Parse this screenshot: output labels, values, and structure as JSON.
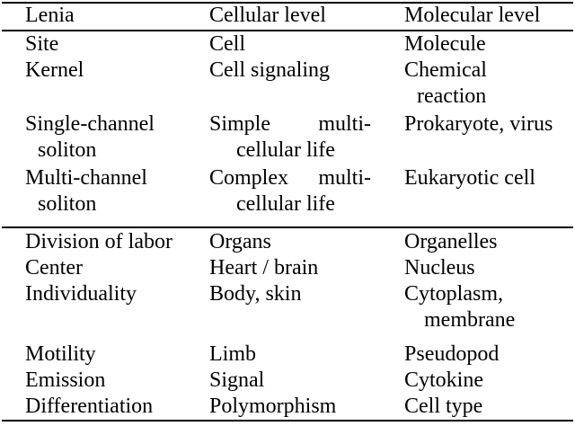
{
  "document": {
    "type": "academic-table",
    "caption_text": "",
    "rules": {
      "color": "#000000",
      "positions": [
        "top",
        "below-header",
        "section-divider",
        "bottom"
      ]
    }
  },
  "table": {
    "columns": [
      "Lenia",
      "Cellular level",
      "Molecular level"
    ],
    "header": {
      "col1": "Lenia",
      "col2": "Cellular level",
      "col3": "Molecular level"
    },
    "section_one": [
      {
        "col1": [
          "Site"
        ],
        "col2": [
          "Cell"
        ],
        "col3": [
          "Molecule"
        ]
      },
      {
        "col1": [
          "Kernel"
        ],
        "col2": [
          "Cell signaling"
        ],
        "col3": [
          "Chemical",
          "reaction"
        ]
      },
      {
        "col1": [
          "Single-channel",
          "soliton"
        ],
        "col2_justified": {
          "left": "Simple",
          "right": "multi-"
        },
        "col2_line2": "cellular life",
        "col3": [
          "Prokaryote, virus"
        ]
      },
      {
        "col1": [
          "Multi-channel",
          "soliton"
        ],
        "col2_justified": {
          "left": "Complex",
          "right": "multi-"
        },
        "col2_line2": "cellular life",
        "col3": [
          "Eukaryotic cell"
        ]
      }
    ],
    "section_two": [
      {
        "col1": [
          "Division of labor"
        ],
        "col2": [
          "Organs"
        ],
        "col3": [
          "Organelles"
        ]
      },
      {
        "col1": [
          "Center"
        ],
        "col2": [
          "Heart / brain"
        ],
        "col3": [
          "Nucleus"
        ]
      },
      {
        "col1": [
          "Individuality"
        ],
        "col2": [
          "Body, skin"
        ],
        "col3": [
          "Cytoplasm,",
          "membrane"
        ]
      },
      {
        "col1": [
          "Motility"
        ],
        "col2": [
          "Limb"
        ],
        "col3": [
          "Pseudopod"
        ]
      },
      {
        "col1": [
          "Emission"
        ],
        "col2": [
          "Signal"
        ],
        "col3": [
          "Cytokine"
        ]
      },
      {
        "col1": [
          "Differentiation"
        ],
        "col2": [
          "Polymorphism"
        ],
        "col3": [
          "Cell type"
        ]
      }
    ]
  },
  "flat_lines": {
    "r0c1": "Lenia",
    "r0c2": "Cellular level",
    "r0c3": "Molecular level",
    "r1c1": "Site",
    "r1c2": "Cell",
    "r1c3": "Molecule",
    "r2c1": "Kernel",
    "r2c2": "Cell signaling",
    "r2c3": "Chemical",
    "r3c3": "reaction",
    "r4c1": "Single-channel",
    "r4c2a": "Simple",
    "r4c2b": "multi-",
    "r4c3": "Prokaryote, virus",
    "r5c1": "soliton",
    "r5c2": "cellular life",
    "r6c1": "Multi-channel",
    "r6c2a": "Complex",
    "r6c2b": "multi-",
    "r6c3": "Eukaryotic cell",
    "r7c1": "soliton",
    "r7c2": "cellular life",
    "r8c1": "Division of labor",
    "r8c2": "Organs",
    "r8c3": "Organelles",
    "r9c1": "Center",
    "r9c2": "Heart / brain",
    "r9c3": "Nucleus",
    "r10c1": "Individuality",
    "r10c2": "Body, skin",
    "r10c3": "Cytoplasm,",
    "r11c3": "membrane",
    "r12c1": "Motility",
    "r12c2": "Limb",
    "r12c3": "Pseudopod",
    "r13c1": "Emission",
    "r13c2": "Signal",
    "r13c3": "Cytokine",
    "r14c1": "Differentiation",
    "r14c2": "Polymorphism",
    "r14c3": "Cell type"
  }
}
